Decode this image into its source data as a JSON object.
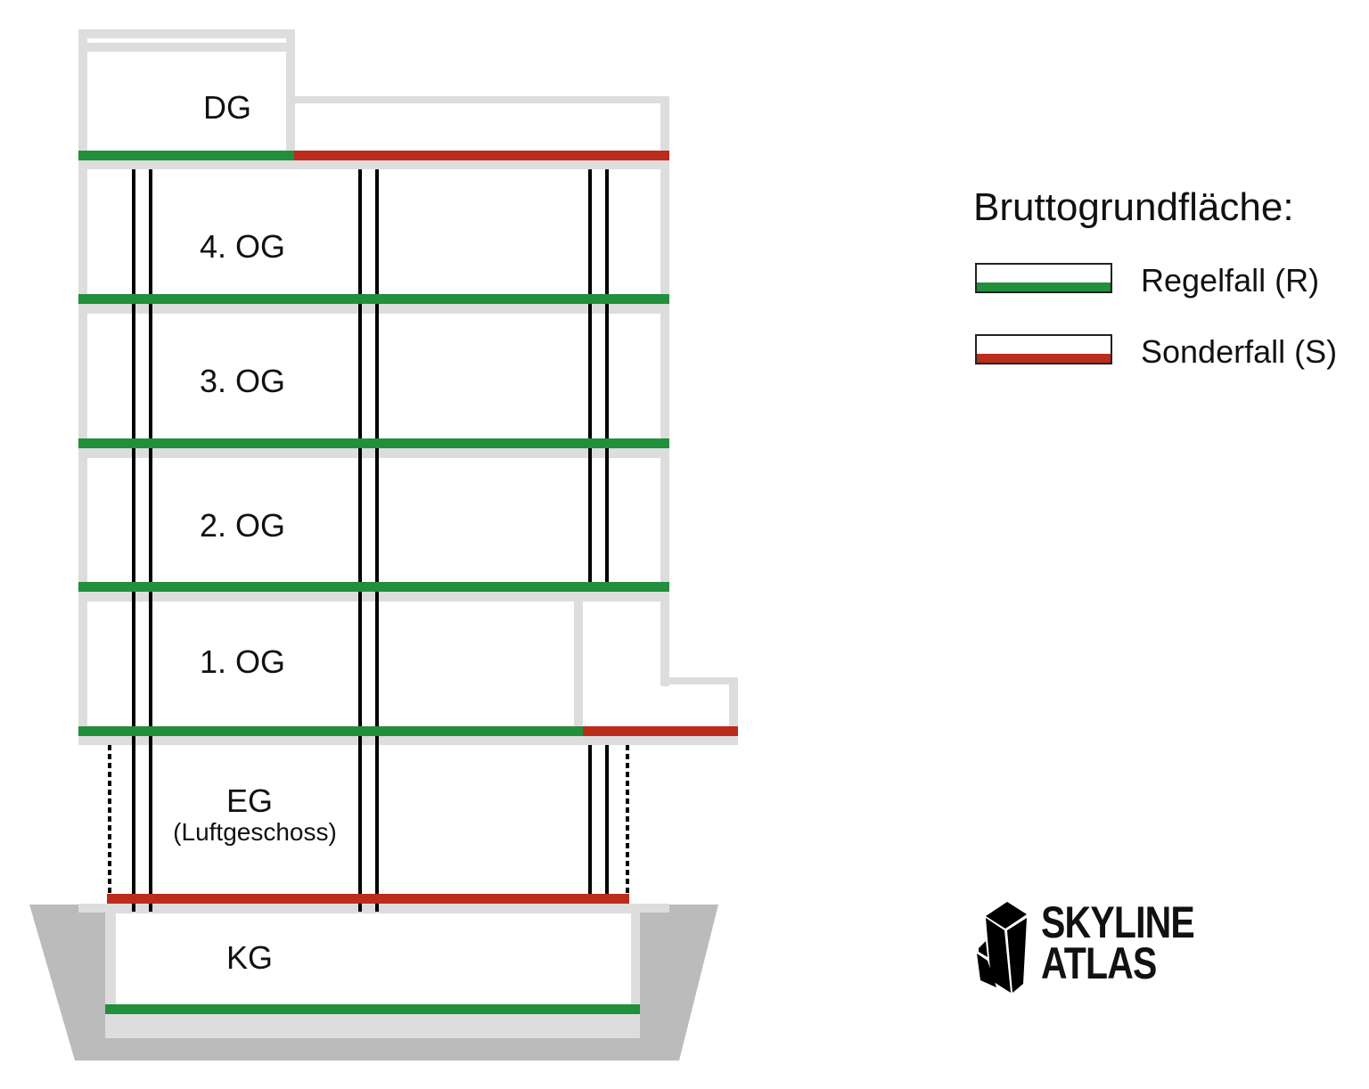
{
  "diagram": {
    "title": "Bruttogrundfläche:",
    "floors": [
      {
        "id": "dg",
        "label": "DG",
        "slab": [
          {
            "type": "R",
            "from": 88,
            "to": 330
          },
          {
            "type": "S",
            "from": 330,
            "to": 750
          }
        ]
      },
      {
        "id": "og4",
        "label": "4. OG",
        "slab": [
          {
            "type": "R",
            "from": 88,
            "to": 750
          }
        ]
      },
      {
        "id": "og3",
        "label": "3. OG",
        "slab": [
          {
            "type": "R",
            "from": 88,
            "to": 750
          }
        ]
      },
      {
        "id": "og2",
        "label": "2. OG",
        "slab": [
          {
            "type": "R",
            "from": 88,
            "to": 750
          }
        ]
      },
      {
        "id": "og1",
        "label": "1. OG",
        "slab": [
          {
            "type": "R",
            "from": 88,
            "to": 654
          },
          {
            "type": "S",
            "from": 654,
            "to": 828
          }
        ]
      },
      {
        "id": "eg",
        "label": "EG",
        "sublabel": "(Luftgeschoss)",
        "slab": [
          {
            "type": "S",
            "from": 120,
            "to": 706
          }
        ]
      },
      {
        "id": "kg",
        "label": "KG",
        "slab": [
          {
            "type": "R",
            "from": 118,
            "to": 718
          }
        ]
      }
    ],
    "legend": {
      "title": "Bruttogrundfläche:",
      "items": [
        {
          "label": "Regelfall (R)",
          "color": "#218f3b"
        },
        {
          "label": "Sonderfall (S)",
          "color": "#bc2c1a"
        }
      ]
    },
    "colors": {
      "regelfall": "#218f3b",
      "sonderfall": "#bc2c1a",
      "wall": "#dddddd",
      "ground": "#bbbbbb"
    }
  },
  "logo": {
    "line1": "SKYLINE",
    "line2": "ATLAS"
  }
}
